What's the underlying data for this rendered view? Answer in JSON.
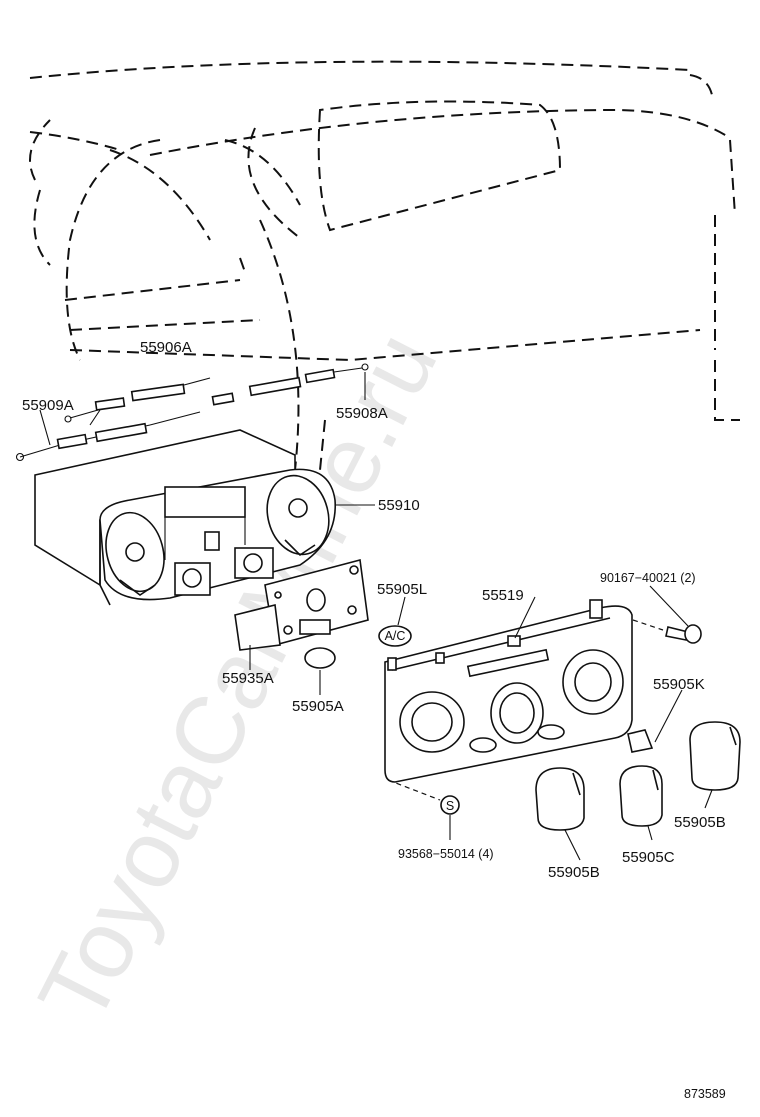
{
  "watermark": "ToyotaCarMine.ru",
  "diagram_id": "873589",
  "labels": {
    "p55906A": "55906A",
    "p55909A": "55909A",
    "p55908A": "55908A",
    "p55910": "55910",
    "p55905L": "55905L",
    "p55519": "55519",
    "p90167": "90167−40021 (2)",
    "p55935A": "55935A",
    "p55905A": "55905A",
    "p55905K": "55905K",
    "p93568": "93568−55014 (4)",
    "p55905B_1": "55905B",
    "p55905C": "55905C",
    "p55905B_2": "55905B"
  },
  "markers": {
    "screw_symbol": "S",
    "ac_symbol": "A/C"
  }
}
